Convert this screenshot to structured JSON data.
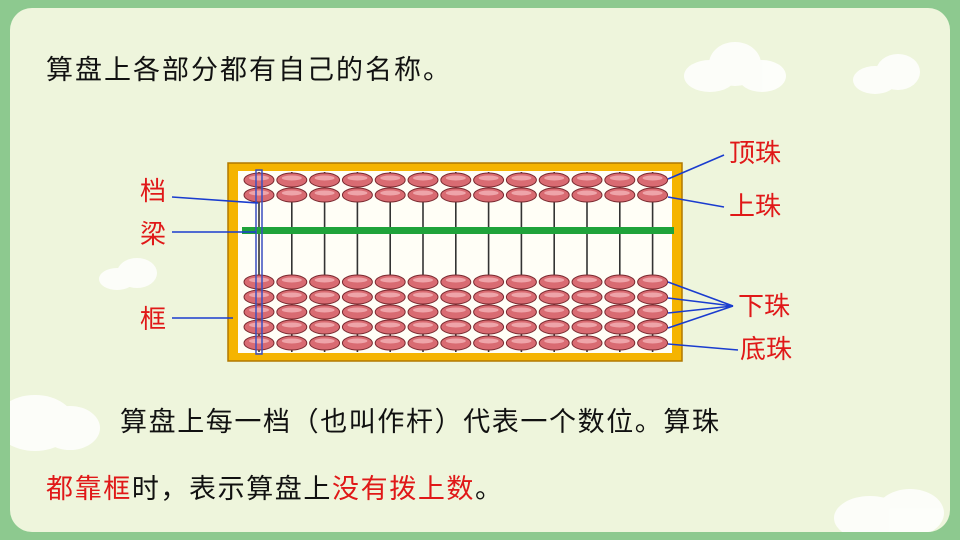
{
  "heading": "算盘上各部分都有自己的名称。",
  "labels": {
    "rod": "档",
    "beam": "梁",
    "frame": "框",
    "top_bead": "顶珠",
    "upper_bead": "上珠",
    "lower_bead": "下珠",
    "bottom_bead": "底珠"
  },
  "paragraph": {
    "line1": "算盘上每一档（也叫作杆）代表一个数位。算珠",
    "line2_red1": "都靠框",
    "line2_black": "时，表示算盘上",
    "line2_red2": "没有拨上数",
    "line2_end": "。"
  },
  "colors": {
    "background": "#8dc98f",
    "panel": "#eef5dc",
    "frame": "#f5b400",
    "beam": "#1fa33a",
    "bead": "#d96b72",
    "label_red": "#e01818",
    "pointer_blue": "#1a3ccf"
  },
  "abacus": {
    "rods": 13,
    "upper_beads_per_rod": 2,
    "lower_beads_per_rod": 5
  }
}
